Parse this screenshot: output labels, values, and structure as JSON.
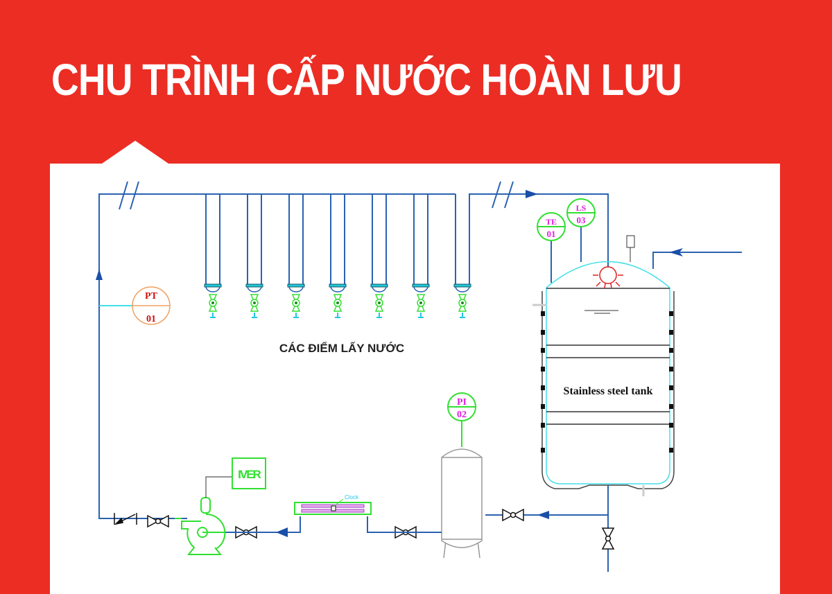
{
  "title": "CHU TRÌNH CẤP NƯỚC HOÀN LƯU",
  "diagram": {
    "tap_points_label": "CÁC ĐIỂM LẤY NƯỚC",
    "tap_count": 7,
    "tank_label": "Stainless steel tank",
    "instruments": {
      "pt": {
        "tag": "PT",
        "num": "01"
      },
      "te": {
        "tag": "TE",
        "num": "01"
      },
      "ls": {
        "tag": "LS",
        "num": "03"
      },
      "pi": {
        "tag": "PI",
        "num": "02"
      }
    },
    "inverter_label": "IVER",
    "uv_label": "Clock"
  },
  "colors": {
    "background": "#ec2d24",
    "pipe": "#2a62b0",
    "equipment": "#22dd22",
    "instrument_text": "#e020e0",
    "pt_text": "#d01010"
  }
}
